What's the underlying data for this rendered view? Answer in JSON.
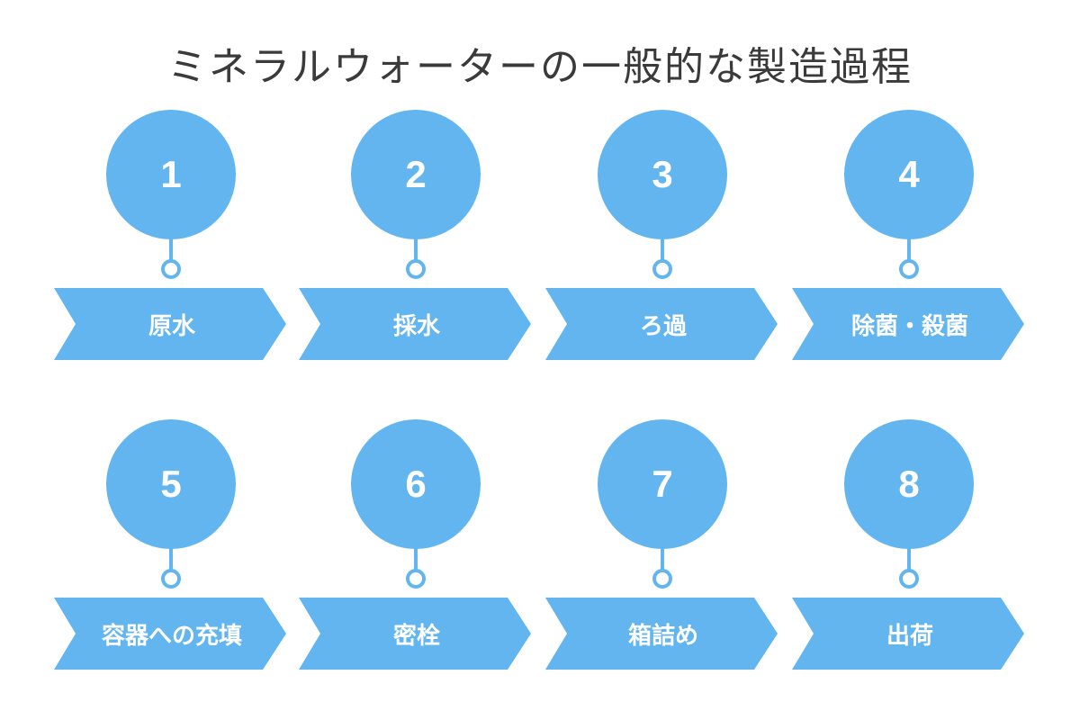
{
  "title": "ミネラルウォーターの一般的な製造過程",
  "accent_color": "#62b5ee",
  "steps": [
    {
      "number": "1",
      "label": "原水"
    },
    {
      "number": "2",
      "label": "採水"
    },
    {
      "number": "3",
      "label": "ろ過"
    },
    {
      "number": "4",
      "label": "除菌・殺菌"
    },
    {
      "number": "5",
      "label": "容器への充填"
    },
    {
      "number": "6",
      "label": "密栓"
    },
    {
      "number": "7",
      "label": "箱詰め"
    },
    {
      "number": "8",
      "label": "出荷"
    }
  ]
}
